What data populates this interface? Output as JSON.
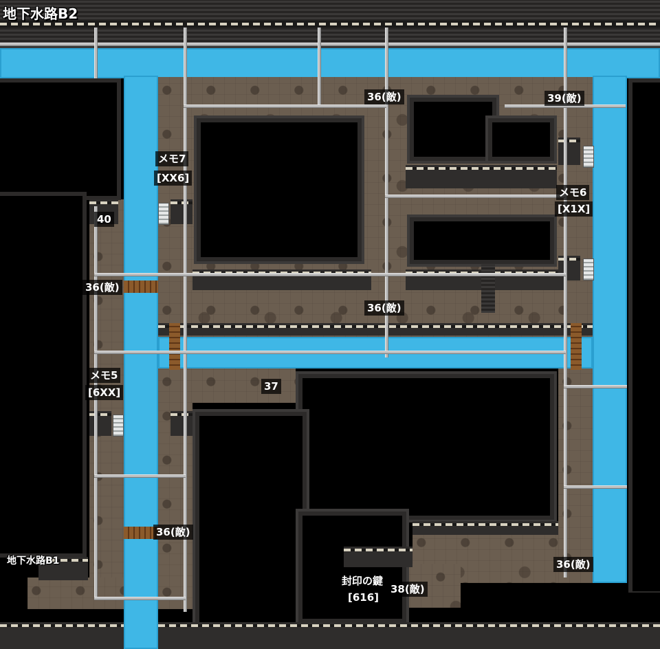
{
  "map": {
    "title": "地下水路B2",
    "labels": {
      "enemy_top_center": "36(敵)",
      "enemy_top_right": "39(敵)",
      "memo7": "メモ7",
      "memo7_code": "[XX6]",
      "memo6": "メモ6",
      "memo6_code": "[X1X]",
      "num_40": "40",
      "enemy_left_bridge": "36(敵)",
      "enemy_center": "36(敵)",
      "memo5": "メモ5",
      "memo5_code": "[6XX]",
      "num_37": "37",
      "enemy_lower_bridge": "36(敵)",
      "exit_b1": "地下水路B1",
      "seal_key": "封印の鍵",
      "seal_key_code": "[616]",
      "enemy_38": "38(敵)",
      "enemy_bottom_right": "36(敵)"
    }
  },
  "colors": {
    "water": "#3fb7e6",
    "floor": "#6b5e50",
    "wall": "#2f2d2c",
    "label_bg": "#000000",
    "label_text": "#ffffff"
  }
}
